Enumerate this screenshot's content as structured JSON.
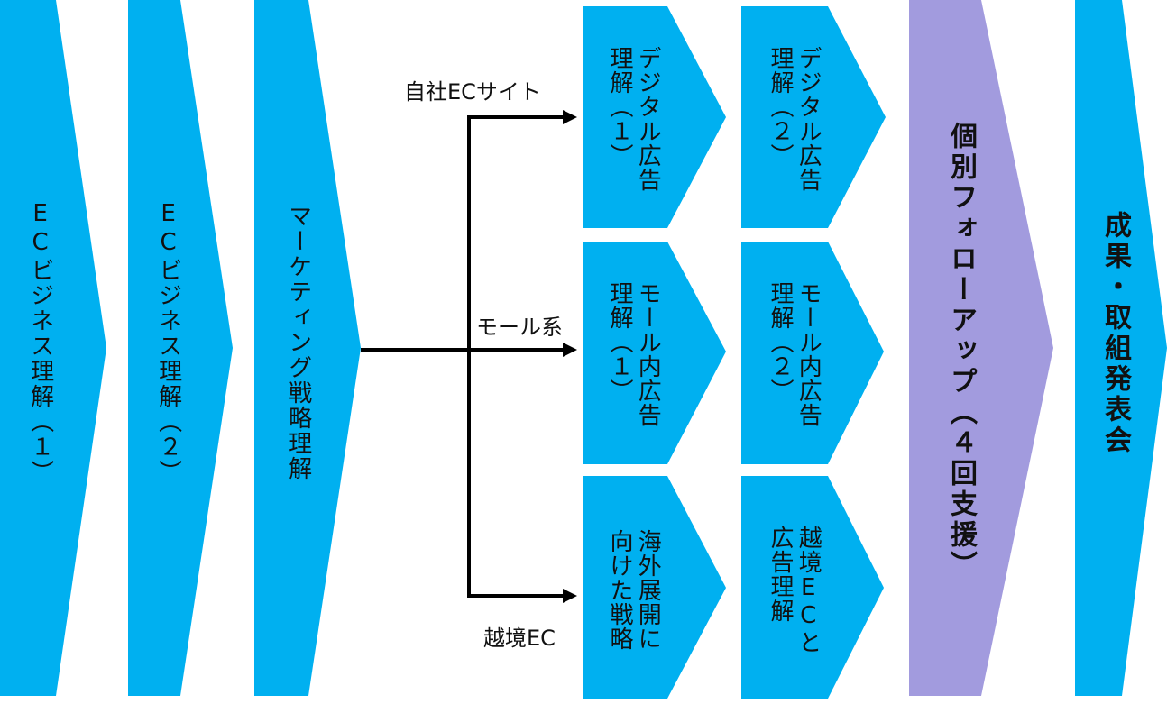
{
  "colors": {
    "chevron": "#00b0f0",
    "followup": "#a29bde",
    "connector": "#000000"
  },
  "steps": {
    "ec1": "ECビジネス理解（１）",
    "ec2": "ECビジネス理解（２）",
    "marketing": "マーケティング戦略理解",
    "followup": "個別フォローアップ（４回支援）",
    "result": "成果・取組発表会"
  },
  "branches": {
    "own_site": "自社ECサイト",
    "mall": "モール系",
    "cross_border": "越境EC"
  },
  "courses": {
    "digital1": "デジタル広告\n理解（１）",
    "digital2": "デジタル広告\n理解（２）",
    "mall1": "モール内広告\n理解（１）",
    "mall2": "モール内広告\n理解（２）",
    "overseas": "海外展開に\n向けた戦略",
    "crossborder_ad": "越境ECと\n広告理解"
  }
}
